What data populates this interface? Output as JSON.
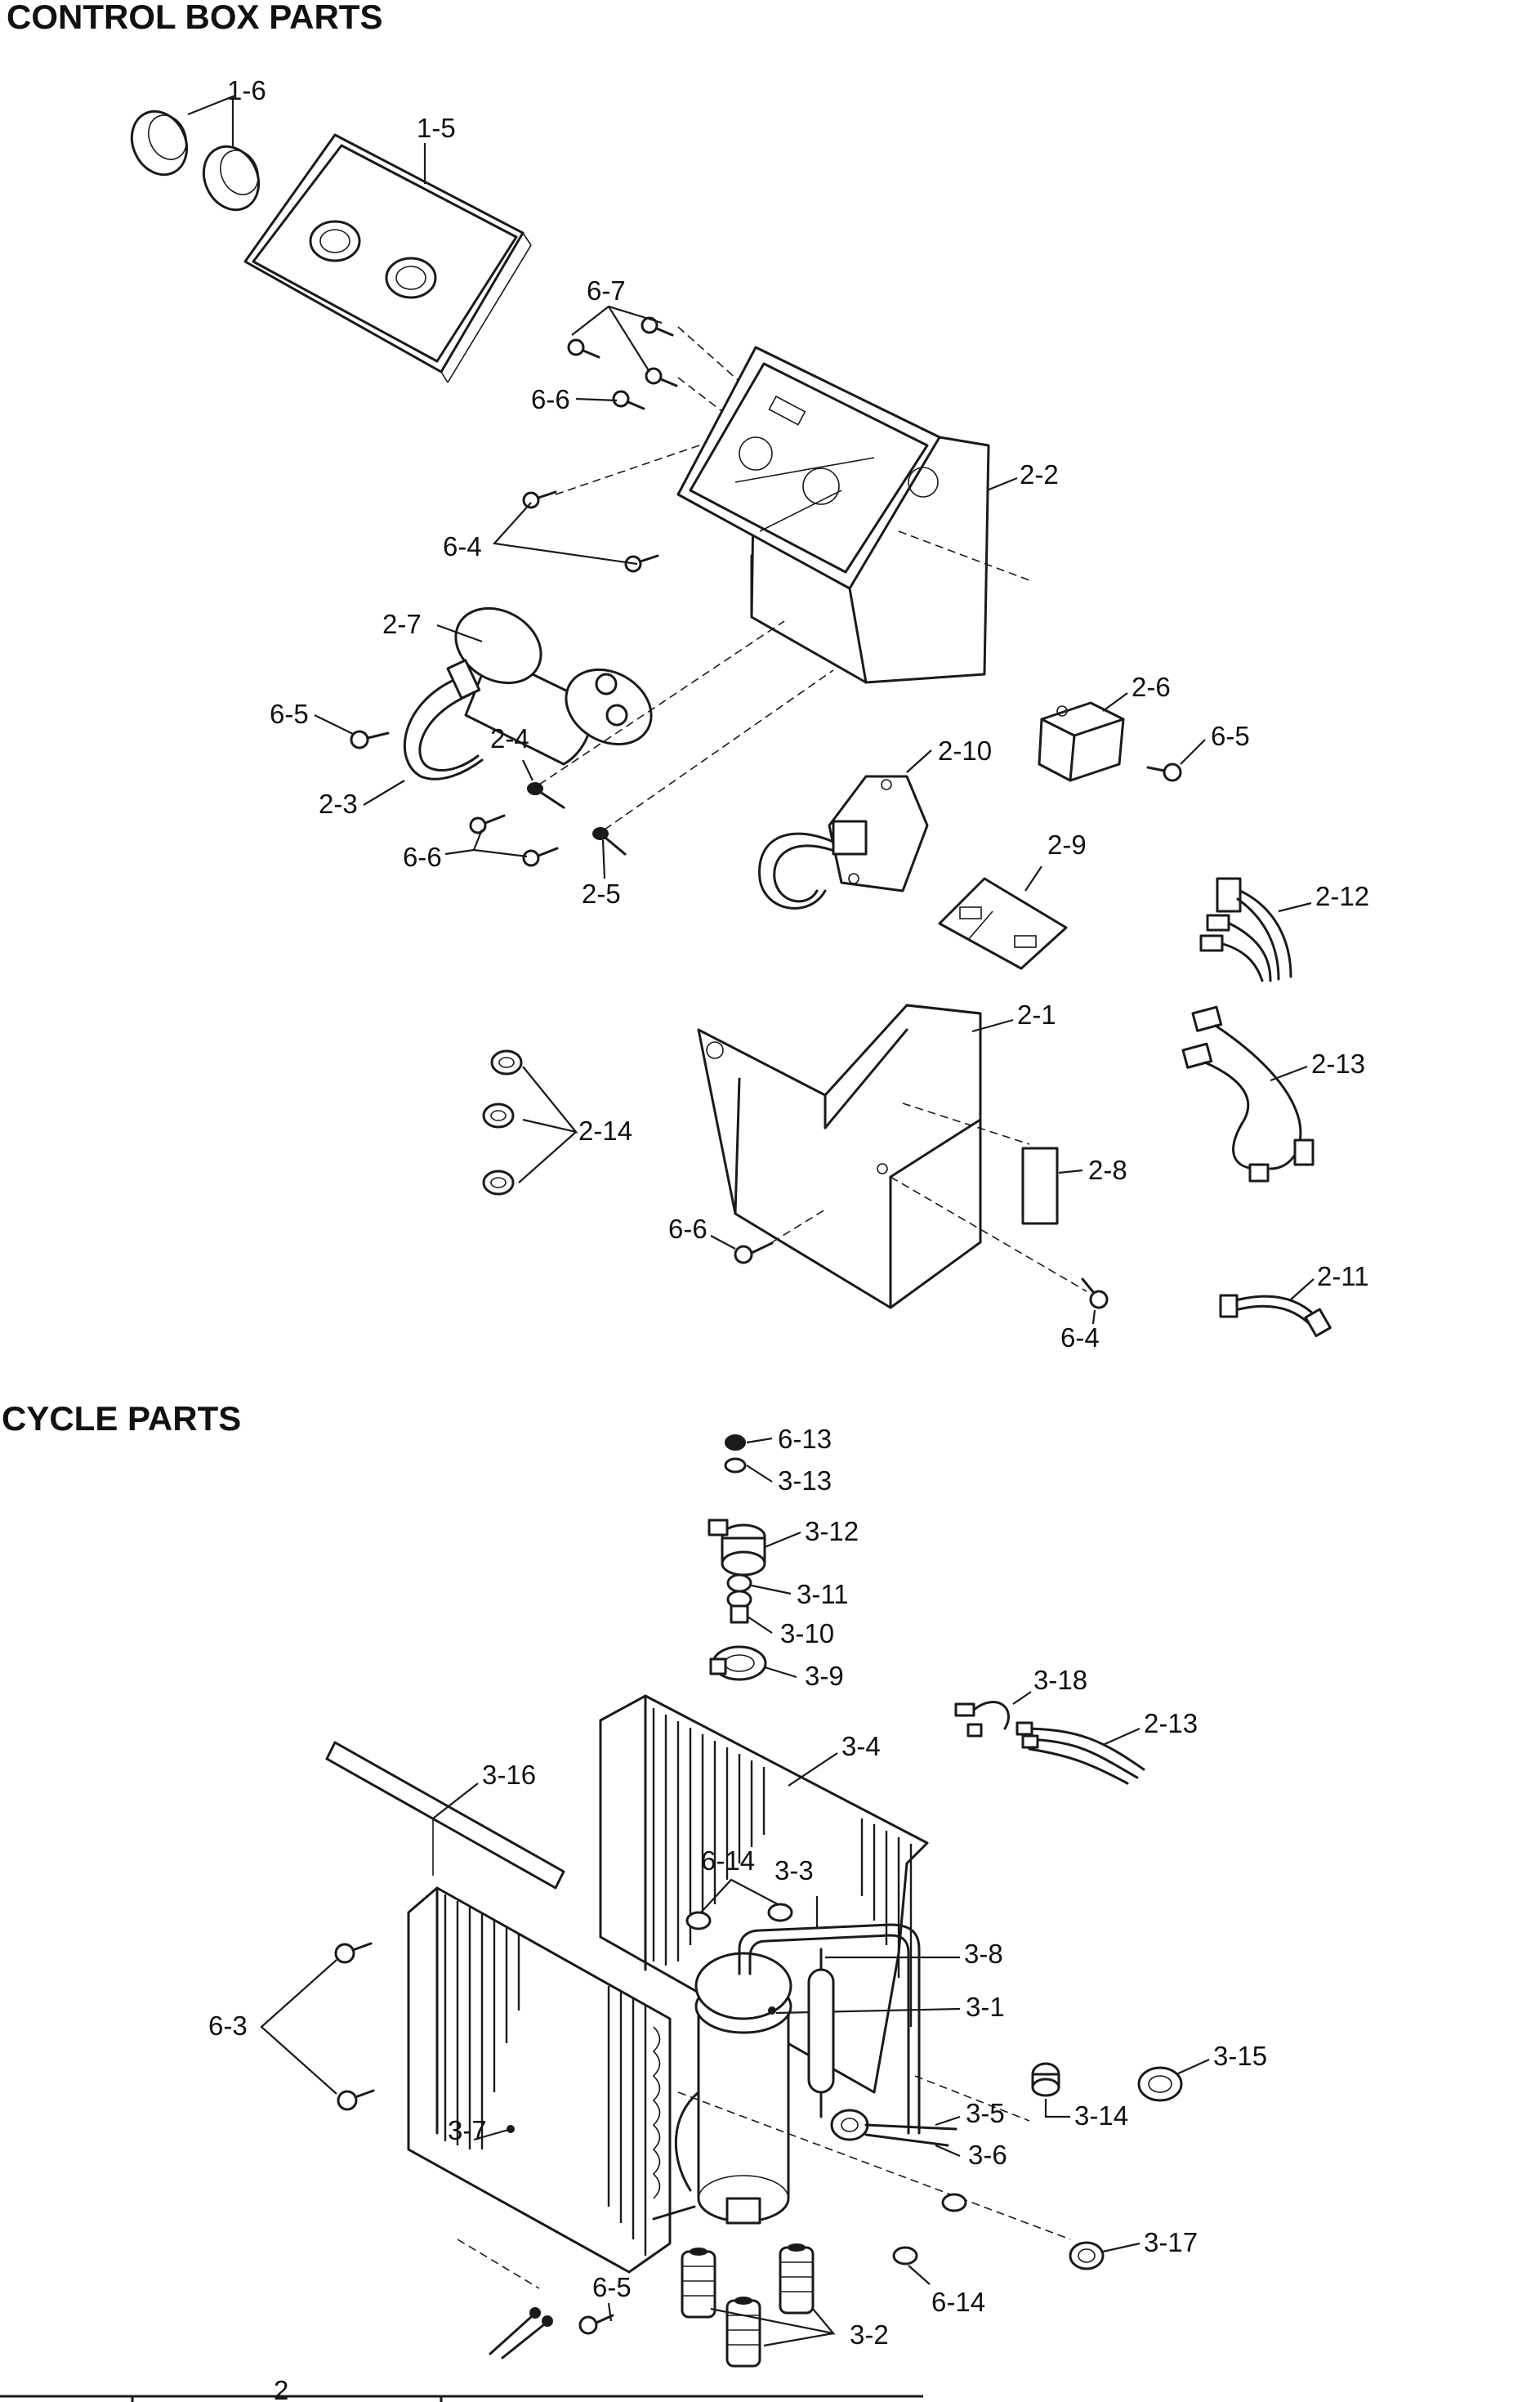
{
  "sections": {
    "control_box": "CONTROL BOX PARTS",
    "cycle": "CYCLE PARTS"
  },
  "callouts": {
    "cb_1_6": "1-6",
    "cb_1_5": "1-5",
    "cb_6_7": "6-7",
    "cb_6_6a": "6-6",
    "cb_2_2": "2-2",
    "cb_6_4a": "6-4",
    "cb_2_7": "2-7",
    "cb_6_5a": "6-5",
    "cb_2_4": "2-4",
    "cb_2_3": "2-3",
    "cb_6_6b": "6-6",
    "cb_2_5": "2-5",
    "cb_2_6": "2-6",
    "cb_6_5b": "6-5",
    "cb_2_10": "2-10",
    "cb_2_9": "2-9",
    "cb_2_12": "2-12",
    "cb_2_1": "2-1",
    "cb_2_13": "2-13",
    "cb_2_14": "2-14",
    "cb_2_8": "2-8",
    "cb_6_6c": "6-6",
    "cb_6_4b": "6-4",
    "cb_2_11": "2-11",
    "cy_6_13": "6-13",
    "cy_3_13": "3-13",
    "cy_3_12": "3-12",
    "cy_3_11": "3-11",
    "cy_3_10": "3-10",
    "cy_3_9": "3-9",
    "cy_3_18": "3-18",
    "cy_2_13": "2-13",
    "cy_3_4": "3-4",
    "cy_3_16": "3-16",
    "cy_6_14a": "6-14",
    "cy_3_3": "3-3",
    "cy_3_8": "3-8",
    "cy_3_1": "3-1",
    "cy_6_3": "6-3",
    "cy_3_15": "3-15",
    "cy_3_14": "3-14",
    "cy_3_5": "3-5",
    "cy_3_6": "3-6",
    "cy_3_7": "3-7",
    "cy_3_17": "3-17",
    "cy_6_5": "6-5",
    "cy_6_14b": "6-14",
    "cy_3_2": "3-2"
  },
  "footer_mark": "2"
}
